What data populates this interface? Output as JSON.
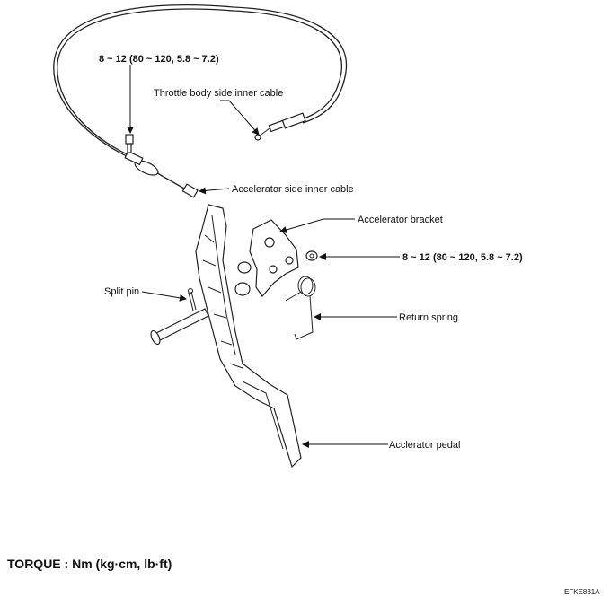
{
  "labels": {
    "torque_top": "8 ~ 12 (80 ~ 120, 5.8 ~ 7.2)",
    "throttle_cable": "Throttle body side inner cable",
    "accel_cable": "Accelerator side inner cable",
    "accel_bracket": "Accelerator bracket",
    "torque_right": "8 ~ 12 (80 ~ 120, 5.8 ~ 7.2)",
    "split_pin": "Split pin",
    "return_spring": "Return spring",
    "accel_pedal": "Acclerator pedal"
  },
  "footer": {
    "torque_units": "TORQUE : Nm (kg·cm, lb·ft)",
    "figure_code": "EFKE831A"
  },
  "colors": {
    "line": "#222222",
    "background": "#ffffff"
  }
}
